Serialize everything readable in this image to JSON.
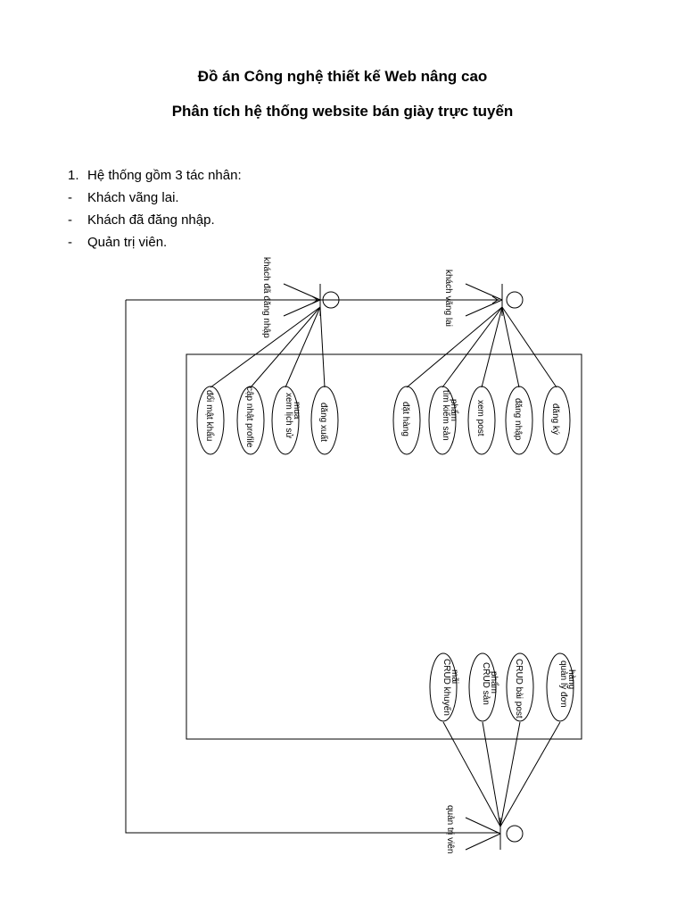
{
  "document": {
    "title": "Đồ án Công nghệ thiết kế Web nâng cao",
    "subtitle": "Phân tích hệ thống website bán giày trực tuyến",
    "list": [
      {
        "marker": "1.",
        "text": "Hệ thống gồm 3 tác nhân:"
      },
      {
        "marker": "-",
        "text": "Khách vãng lai."
      },
      {
        "marker": "-",
        "text": "Khách đã đăng nhập."
      },
      {
        "marker": "-",
        "text": "Quản trị viên."
      }
    ]
  },
  "diagram": {
    "actors": {
      "logged_in": "khách đã đăng nhập",
      "guest": "khách vãng lai",
      "admin": "quản trị viên"
    },
    "use_cases_logged_in": [
      "đổi mật khẩu",
      "cập nhật profile",
      "xem lịch sử mua",
      "đăng xuất"
    ],
    "use_cases_guest": [
      "đặt hàng",
      "tìm kiếm sản phẩm",
      "xem post",
      "đăng nhập",
      "đăng ký"
    ],
    "use_cases_admin": [
      "CRUD khuyến mãi",
      "CRUD sản phẩm",
      "CRUD bài post",
      "quản lý đơn hàng"
    ]
  }
}
